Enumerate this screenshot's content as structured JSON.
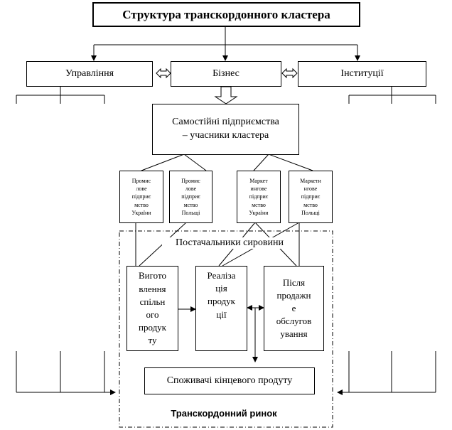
{
  "title": "Структура транскордонного кластера",
  "level2": {
    "management": "Управління",
    "business": "Бізнес",
    "institutions": "Інституції"
  },
  "enterprises": "Самостійні підприємства\n– учасники кластера",
  "subunits": [
    "Промис\nлове\nпідприє\nмство\nУкраїни",
    "Промис\nлове\nпідприє\nмство\nПольщі",
    "Маркет\nингове\nпідприє\nмство\nУкраїни",
    "Маркети\nнгове\nпідприє\nмство\nПольщі"
  ],
  "suppliers": "Постачальники сировини",
  "processes": {
    "production": "Вигото\nвлення\nспільн\nого\nпродук\nту",
    "sales": "Реаліза\nція\nпродук\nції",
    "aftersales": "Після\nпродажн\nе\nобслугов\nування"
  },
  "consumers": "Споживачі кінцевого продуту",
  "market": "Транскордонний ринок"
}
